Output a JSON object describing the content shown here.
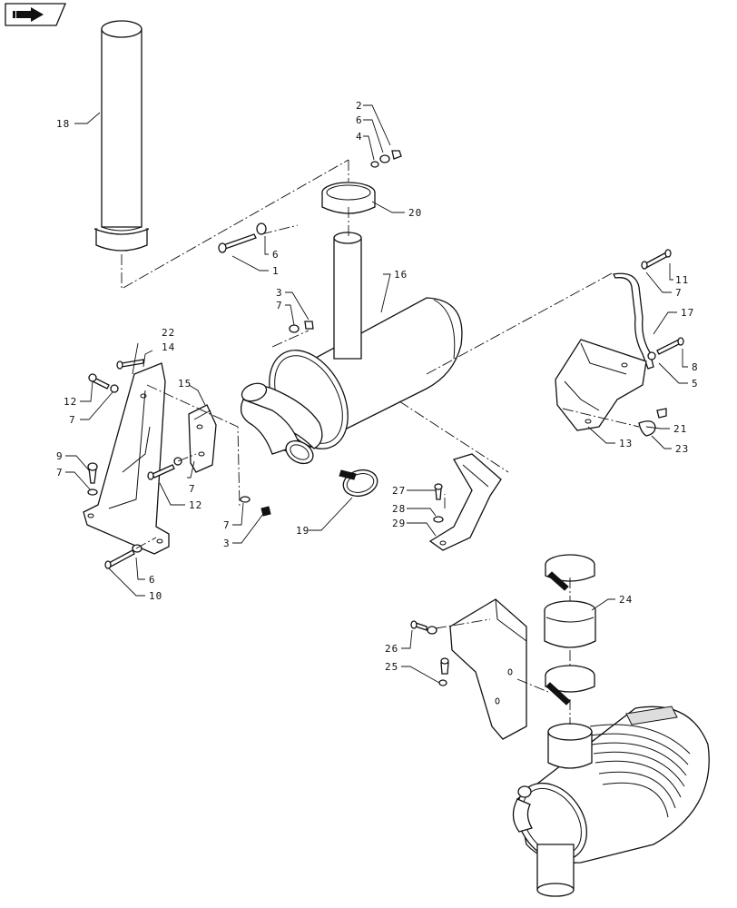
{
  "callouts": [
    {
      "id": "c18",
      "text": "18"
    },
    {
      "id": "c2",
      "text": "2"
    },
    {
      "id": "c6a",
      "text": "6"
    },
    {
      "id": "c4",
      "text": "4"
    },
    {
      "id": "c20",
      "text": "20"
    },
    {
      "id": "c6b",
      "text": "6"
    },
    {
      "id": "c1",
      "text": "1"
    },
    {
      "id": "c16",
      "text": "16"
    },
    {
      "id": "c3a",
      "text": "3"
    },
    {
      "id": "c7a",
      "text": "7"
    },
    {
      "id": "c11",
      "text": "11"
    },
    {
      "id": "c7b",
      "text": "7"
    },
    {
      "id": "c17",
      "text": "17"
    },
    {
      "id": "c8",
      "text": "8"
    },
    {
      "id": "c5",
      "text": "5"
    },
    {
      "id": "c22",
      "text": "22"
    },
    {
      "id": "c14",
      "text": "14"
    },
    {
      "id": "c15",
      "text": "15"
    },
    {
      "id": "c12a",
      "text": "12"
    },
    {
      "id": "c7c",
      "text": "7"
    },
    {
      "id": "c7d",
      "text": "7"
    },
    {
      "id": "c9",
      "text": "9"
    },
    {
      "id": "c7e",
      "text": "7"
    },
    {
      "id": "c12b",
      "text": "12"
    },
    {
      "id": "c7f",
      "text": "7"
    },
    {
      "id": "c3b",
      "text": "3"
    },
    {
      "id": "c19",
      "text": "19"
    },
    {
      "id": "c27",
      "text": "27"
    },
    {
      "id": "c28",
      "text": "28"
    },
    {
      "id": "c29",
      "text": "29"
    },
    {
      "id": "c21",
      "text": "21"
    },
    {
      "id": "c23",
      "text": "23"
    },
    {
      "id": "c13",
      "text": "13"
    },
    {
      "id": "c6c",
      "text": "6"
    },
    {
      "id": "c10",
      "text": "10"
    },
    {
      "id": "c24",
      "text": "24"
    },
    {
      "id": "c26",
      "text": "26"
    },
    {
      "id": "c25",
      "text": "25"
    }
  ],
  "icons": {
    "corner": "next-page-arrow-icon"
  }
}
